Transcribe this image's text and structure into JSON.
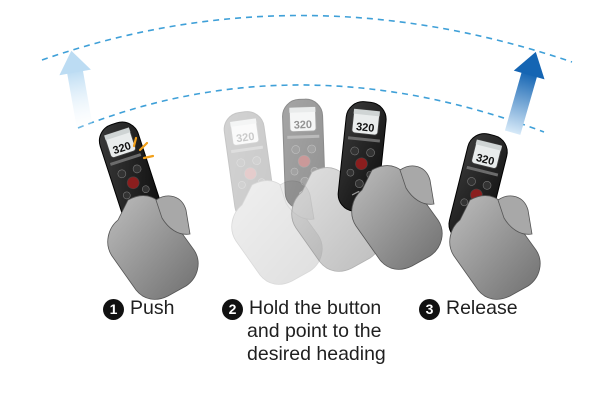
{
  "remote_display_value": "320",
  "steps": [
    {
      "number": "1",
      "lines": [
        "Push"
      ]
    },
    {
      "number": "2",
      "lines": [
        "Hold the button",
        "and point to the",
        "desired heading"
      ]
    },
    {
      "number": "3",
      "lines": [
        "Release"
      ]
    }
  ],
  "colors": {
    "arc_dash": "#3fa0d8",
    "arrow_light": "#cfe6f6",
    "arrow_dark": "#1e6fb8",
    "remote_body": "#1b1b1b",
    "hand": "#8a8a8a"
  }
}
